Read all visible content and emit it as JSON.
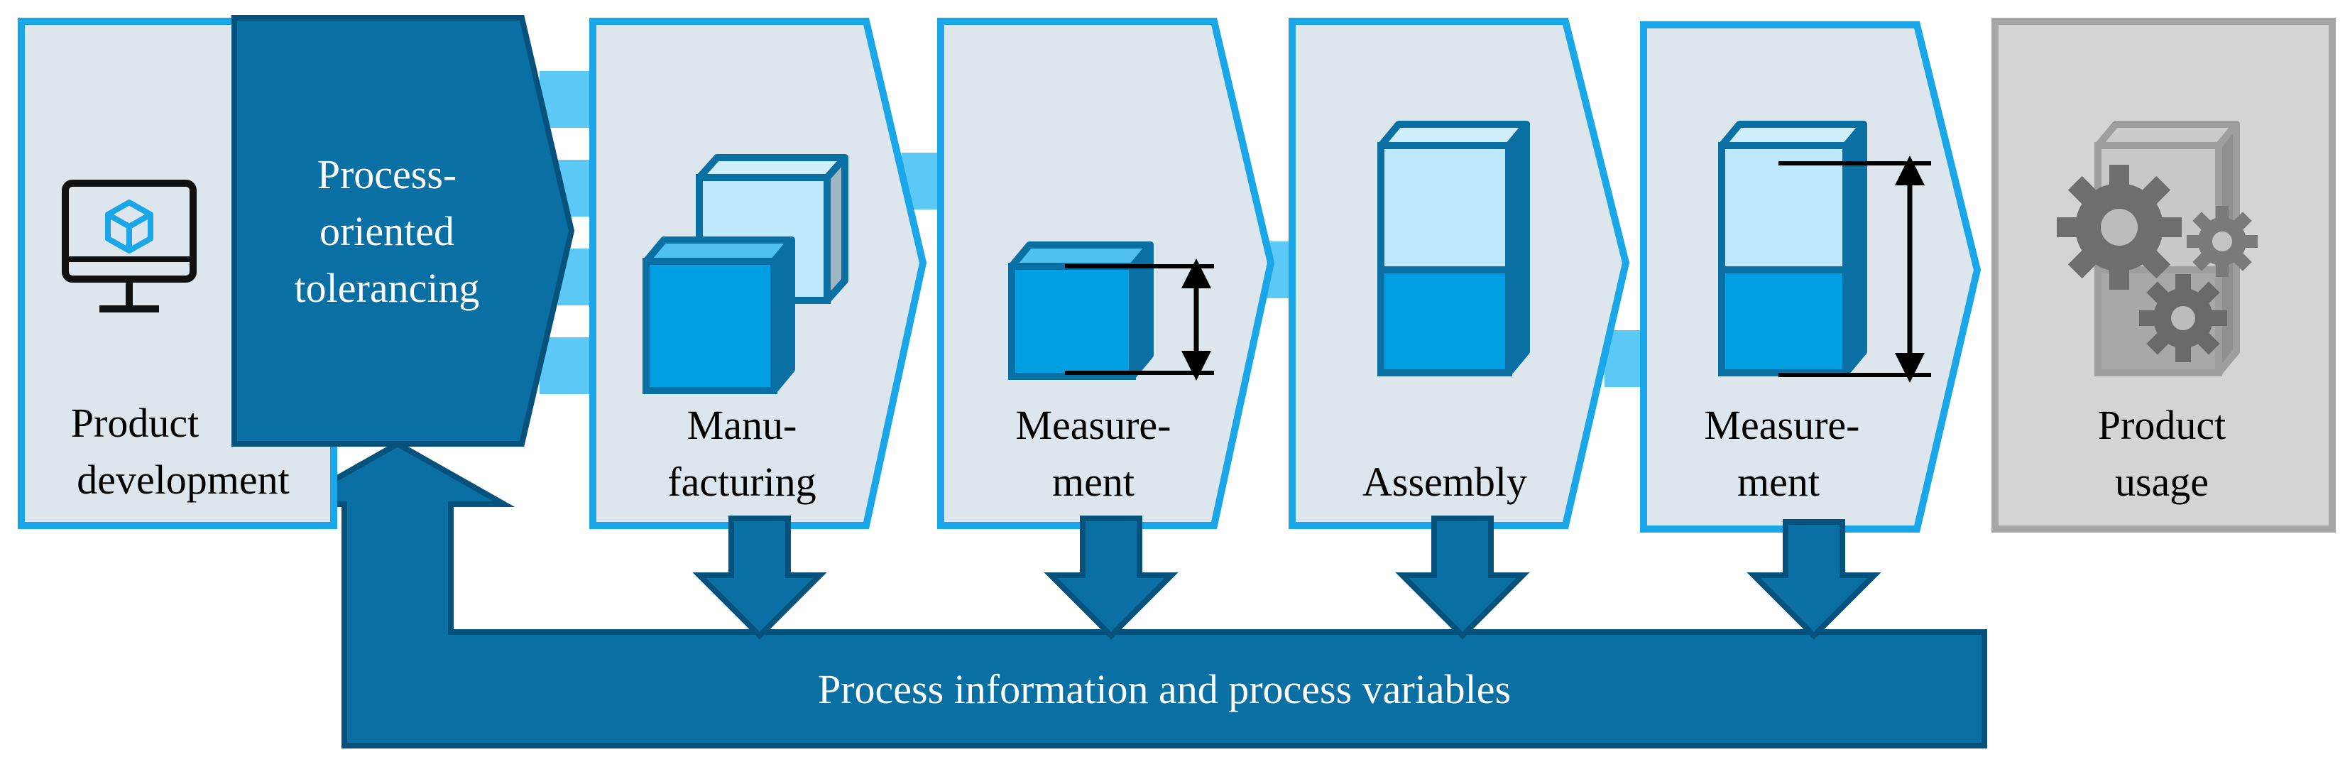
{
  "stages": {
    "product_development": {
      "line1": "Product",
      "line2": "development"
    },
    "tolerancing": {
      "line1": "Process-",
      "line2": "oriented",
      "line3": "tolerancing"
    },
    "manufacturing": {
      "line1": "Manu-",
      "line2": "facturing"
    },
    "measurement_1": {
      "line1": "Measure-",
      "line2": "ment"
    },
    "assembly": {
      "line1": "Assembly"
    },
    "measurement_2": {
      "line1": "Measure-",
      "line2": "ment"
    },
    "product_usage": {
      "line1": "Product",
      "line2": "usage"
    }
  },
  "feedback": {
    "label": "Process information and process variables"
  },
  "colors": {
    "panel_fill": "#dce6ec",
    "panel_border": "#1aa7ea",
    "dark_blue": "#0a6fa3",
    "dark_blue_border": "#07527c",
    "light_arrow": "#5bc8f5",
    "cube_blue": "#009fe3",
    "cube_light": "#bfe8fb",
    "usage_gray": "#d4d4d4"
  },
  "icons": [
    "monitor-cube-icon",
    "cube-icon",
    "dimension-arrow-icon",
    "gear-icon"
  ]
}
